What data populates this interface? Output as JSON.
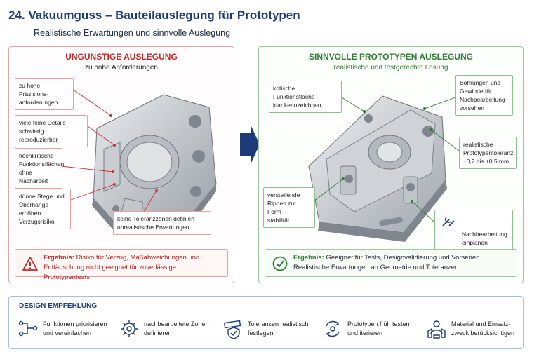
{
  "header": {
    "title": "24. Vakuumguss – Bauteilauslegung für Prototypen",
    "subtitle": "Realistische Erwartungen und sinnvolle Auslegung"
  },
  "bad_panel": {
    "title": "UNGÜNSTIGE AUSLEGUNG",
    "subtitle": "zu hohe Anforderungen",
    "callouts": [
      "zu hohe Präzisions-\nanforderungen",
      "viele feine Details\nschwierig reproduzierbar",
      "hochkritische\nFunktionsflächen\nohne Nacharbeit",
      "dünne Stege und\nÜberhänge erhöhen\nVerzugsrisiko",
      "keine Toleranzzonen definiert\nunrealistische Erwartungen"
    ],
    "result_lead": "Ergebnis:",
    "result_text": "Risiko für Verzug, Maßabweichungen und Enttäuschung nicht geeignet für zuverlässige Prototypentests."
  },
  "good_panel": {
    "title": "SINNVOLLE PROTOTYPEN AUSLEGUNG",
    "subtitle": "realistische und testgerechte Lösung",
    "callouts": [
      "kritische Funktionsfläche\nklar kennzeichnen",
      "Bohrungen und\nGewinde für\nNachbearbeitung\nvorsehen",
      "realistische\nPrototypentoleranz\n±0,2 bis ±0,5 mm",
      "versteifende\nRippen zur Form-\nstabilität",
      "Nachbearbeitung\neinplanen"
    ],
    "result_lead": "Ergebnis:",
    "result_text": "Geeignet für Tests, Designvalidierung und Vorserien. Realistische Erwartungen an Geometrie und Toleranzen."
  },
  "recommendation": {
    "title": "DESIGN EMPFEHLUNG",
    "items": [
      {
        "icon": "network-icon",
        "label": "Funktionen priorisieren\nund vereinfachen"
      },
      {
        "icon": "gear-tools-icon",
        "label": "nachbearbeitete Zonen\ndefinieren"
      },
      {
        "icon": "ruler-shield-icon",
        "label": "Toleranzen realistisch\nfestlegen"
      },
      {
        "icon": "cycle-icon",
        "label": "Prototypen früh testen\nund iterieren"
      },
      {
        "icon": "material-person-icon",
        "label": "Material und Einsatz-\nzweck berücksichtigen"
      }
    ]
  },
  "colors": {
    "bad": "#c62828",
    "good": "#2e7d32",
    "brand": "#1d3b78"
  }
}
